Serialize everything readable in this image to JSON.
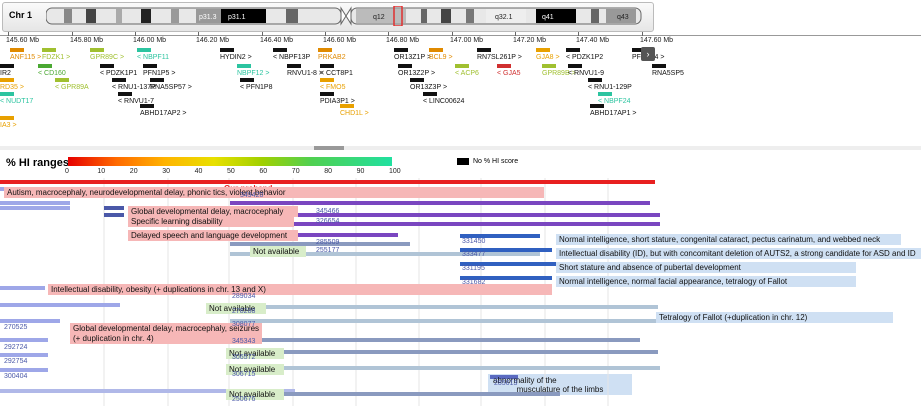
{
  "chromosome": {
    "label": "Chr 1",
    "bands": [
      "p31.3",
      "p31.1",
      "q12",
      "q32.1",
      "q41",
      "q43"
    ]
  },
  "ruler": {
    "ticks": [
      "145.60 Mb",
      "145.80 Mb",
      "146.00 Mb",
      "146.20 Mb",
      "146.40 Mb",
      "146.60 Mb",
      "146.80 Mb",
      "147.00 Mb",
      "147.20 Mb",
      "147.40 Mb",
      "147.60 Mb"
    ]
  },
  "genes": [
    {
      "label": "ANF115 >",
      "color": "#e08a00"
    },
    {
      "label": "IR2",
      "color": "#111111"
    },
    {
      "label": "< CD160",
      "color": "#4aa832"
    },
    {
      "label": "RD35 >",
      "color": "#e8a000"
    },
    {
      "label": "< NUDT17",
      "color": "#2cc4a0"
    },
    {
      "label": "IA3 >",
      "color": "#e8a000"
    },
    {
      "label": "FDZK1 >",
      "color": "#a0c030"
    },
    {
      "label": "< GPR89A",
      "color": "#a0c030"
    },
    {
      "label": "GPR89C >",
      "color": "#a0c030"
    },
    {
      "label": "< PDZK1P1",
      "color": "#111111"
    },
    {
      "label": "< RNU1-137P",
      "color": "#111111"
    },
    {
      "label": "< RNVU1-7",
      "color": "#111111"
    },
    {
      "label": "< NBPF11",
      "color": "#2cc4a0"
    },
    {
      "label": "PFN1P5 >",
      "color": "#111111"
    },
    {
      "label": "RNA5SP57 >",
      "color": "#111111"
    },
    {
      "label": "ABHD17AP2 >",
      "color": "#111111"
    },
    {
      "label": "HYDIN2 >",
      "color": "#111111"
    },
    {
      "label": "NBPF12 >",
      "color": "#2cc4a0"
    },
    {
      "label": "< PFN1P8",
      "color": "#111111"
    },
    {
      "label": "< NBPF13P",
      "color": "#111111"
    },
    {
      "label": "RNVU1-8 >",
      "color": "#111111"
    },
    {
      "label": "PRKAB2",
      "color": "#e08a00"
    },
    {
      "label": "< CCT8P1",
      "color": "#111111"
    },
    {
      "label": "< FMO5",
      "color": "#e8a000"
    },
    {
      "label": "PDIA3P1 >",
      "color": "#111111"
    },
    {
      "label": "CHD1L >",
      "color": "#e8a000"
    },
    {
      "label": "OR13Z1P >",
      "color": "#111111"
    },
    {
      "label": "OR13Z2P >",
      "color": "#111111"
    },
    {
      "label": "OR13Z3P >",
      "color": "#111111"
    },
    {
      "label": "< LINC00624",
      "color": "#111111"
    },
    {
      "label": "BCL9 >",
      "color": "#e08a00"
    },
    {
      "label": "< ACP6",
      "color": "#a0c030"
    },
    {
      "label": "RN7SL261P >",
      "color": "#111111"
    },
    {
      "label": "< GJA5",
      "color": "#d03030"
    },
    {
      "label": "GJA8 >",
      "color": "#e8a000"
    },
    {
      "label": "GPR89B >",
      "color": "#a0c030"
    },
    {
      "label": "< PDZK1P2",
      "color": "#111111"
    },
    {
      "label": "< RNVU1-9",
      "color": "#111111"
    },
    {
      "label": "< RNU1-129P",
      "color": "#111111"
    },
    {
      "label": "< NBPF24",
      "color": "#2cc4a0"
    },
    {
      "label": "ABHD17AP1 >",
      "color": "#111111"
    },
    {
      "label": "PFN1P4 >",
      "color": "#111111"
    },
    {
      "label": "RNA5SP5",
      "color": "#111111"
    }
  ],
  "hi_legend": {
    "label": "% HI ranges:",
    "ticks": [
      "0",
      "10",
      "20",
      "30",
      "40",
      "50",
      "60",
      "70",
      "80",
      "90",
      "100"
    ],
    "no_score_label": "No % HI score"
  },
  "proband_label": "Our proband",
  "phenotypes": [
    {
      "text": "Autism, macrocephaly, neurodevelopmental delay, phonic tics, violent behavior",
      "style": "pink"
    },
    {
      "text": "Global developmental delay, macrocephaly",
      "style": "pink"
    },
    {
      "text": "Specific learning disability",
      "style": "pink"
    },
    {
      "text": "Delayed speech and language development",
      "style": "pink"
    },
    {
      "text": "Not available",
      "style": "green"
    },
    {
      "text": "Normal intelligence, short stature, congenital cataract, pectus carinatum, and webbed neck",
      "style": "blue"
    },
    {
      "text": "Intellectual disability (ID), but with concomitant deletion of AUTS2, a strong candidate for ASD and ID",
      "style": "blue"
    },
    {
      "text": "Short stature and absence of pubertal development",
      "style": "blue"
    },
    {
      "text": "Normal intelligence, normal facial appearance, tetralogy of Fallot",
      "style": "blue"
    },
    {
      "text": "Intellectual disability, obesity (+ duplications in chr. 13 and X)",
      "style": "pink"
    },
    {
      "text": "Not available",
      "style": "green"
    },
    {
      "text": "Tetralogy of Fallot (+duplication in chr. 12)",
      "style": "blue"
    },
    {
      "text": "Global developmental delay, macrocephaly, seizures",
      "style": "pink"
    },
    {
      "text": "(+ duplication in chr. 4)",
      "style": "pink"
    },
    {
      "text": "Not available",
      "style": "green"
    },
    {
      "text": "Not available",
      "style": "green"
    },
    {
      "text": "abnormality of the",
      "style": "blue"
    },
    {
      "text": "musculature of the limbs",
      "style": "blue"
    },
    {
      "text": "Not available",
      "style": "green"
    }
  ],
  "cnv_ids": [
    "349420",
    "345466",
    "326654",
    "285509",
    "255177",
    "331450",
    "333477",
    "331195",
    "331682",
    "289034",
    "278288",
    "308077",
    "270525",
    "345343",
    "292724",
    "306572",
    "292754",
    "306715",
    "300404",
    "285613",
    "250676"
  ]
}
